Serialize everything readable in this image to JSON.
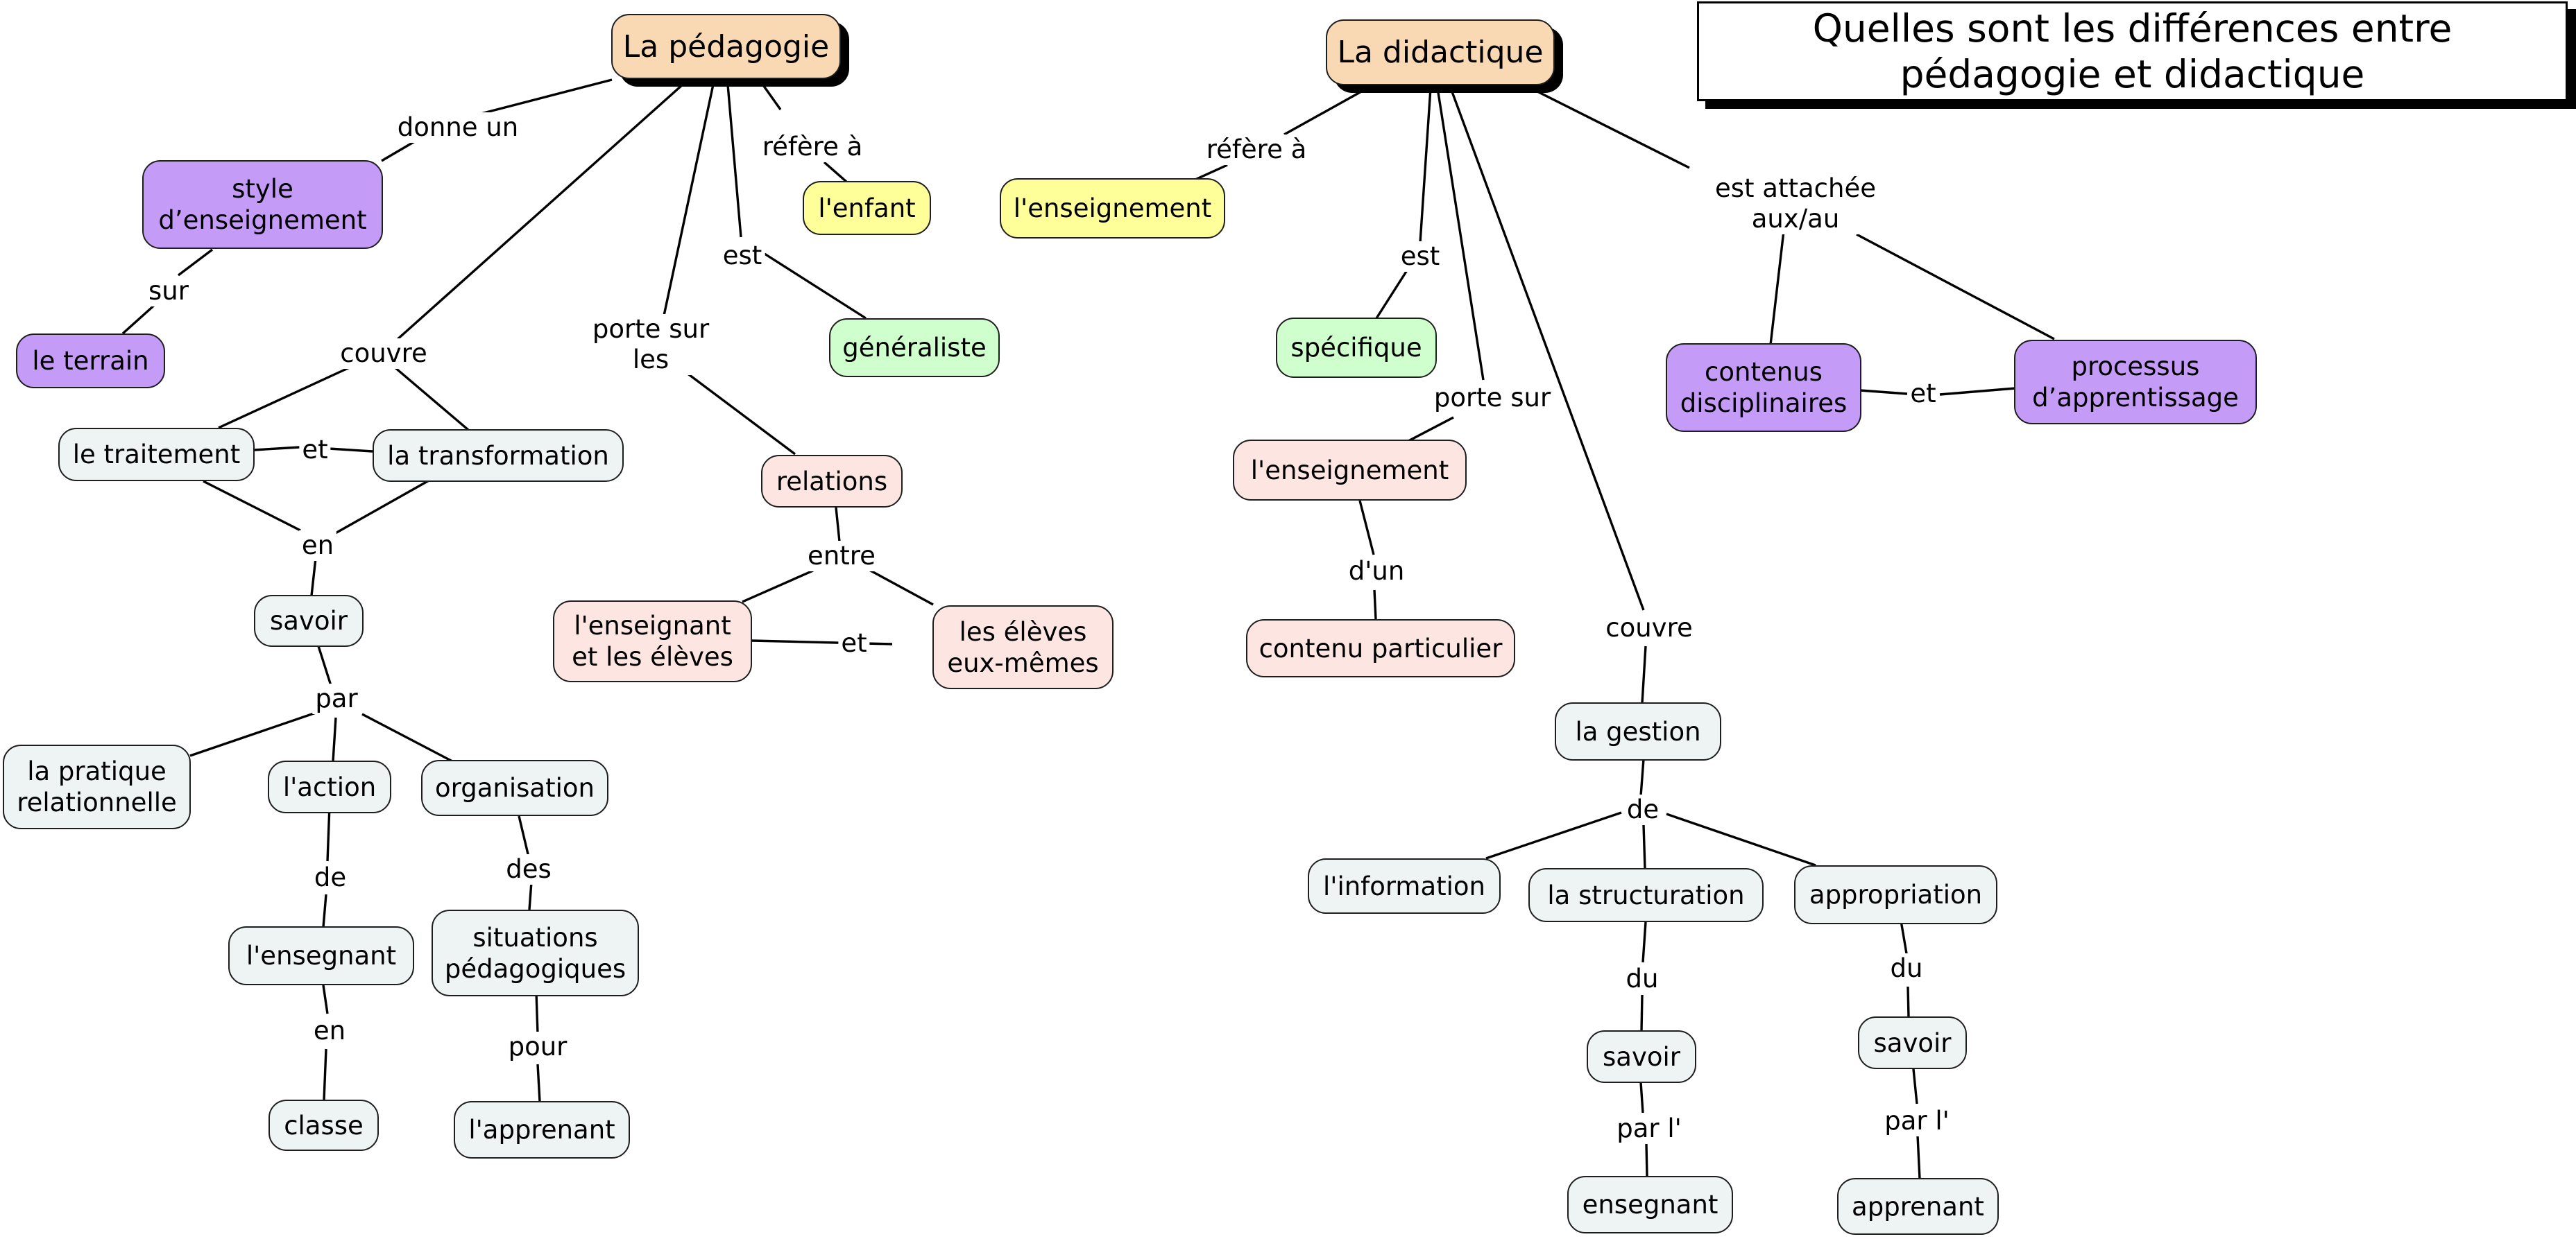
{
  "colors": {
    "root": "#f9d9b4",
    "purple": "#c49bf7",
    "yellow": "#ffff99",
    "green": "#cfffcc",
    "pink": "#fde6e2",
    "gray": "#eef4f4"
  },
  "title": "Quelles sont les différences entre\npédagogie et didactique",
  "pedagogie": {
    "root": "La pédagogie",
    "donne_un": "donne un",
    "style": "style\nd’enseignement",
    "sur": "sur",
    "terrain": "le terrain",
    "refere_a": "réfère à",
    "enfant": "l'enfant",
    "est": "est",
    "generaliste": "généraliste",
    "porte_sur_les": "porte sur\nles",
    "relations": "relations",
    "entre": "entre",
    "enseignant_eleves": "l'enseignant\net les élèves",
    "et_relations": "et",
    "eleves_eux_memes": "les élèves\neux-mêmes",
    "couvre": "couvre",
    "traitement": "le traitement",
    "et_traitement": "et",
    "transformation": "la transformation",
    "en": "en",
    "savoir": "savoir",
    "par": "par",
    "pratique": "la pratique\nrelationnelle",
    "action": "l'action",
    "organisation": "organisation",
    "de": "de",
    "ensegnant": "l'ensegnant",
    "en_classe": "en",
    "classe": "classe",
    "des": "des",
    "situations": "situations\npédagogiques",
    "pour": "pour",
    "apprenant": "l'apprenant"
  },
  "didactique": {
    "root": "La didactique",
    "refere_a": "réfère à",
    "enseignement_1": "l'enseignement",
    "est": "est",
    "specifique": "spécifique",
    "porte_sur": "porte sur",
    "enseignement_2": "l'enseignement",
    "d_un": "d'un",
    "contenu": "contenu particulier",
    "est_attachee": "est attachée\naux/au",
    "contenus": "contenus\ndisciplinaires",
    "et_contenus": "et",
    "processus": "processus\nd’apprentissage",
    "couvre": "couvre",
    "gestion": "la gestion",
    "de": "de",
    "information": "l'information",
    "structuration": "la structuration",
    "appropriation": "appropriation",
    "du_1": "du",
    "savoir_1": "savoir",
    "par_l_1": "par l'",
    "ensegnant": "ensegnant",
    "du_2": "du",
    "savoir_2": "savoir",
    "par_l_2": "par l'",
    "apprenant": "apprenant"
  }
}
